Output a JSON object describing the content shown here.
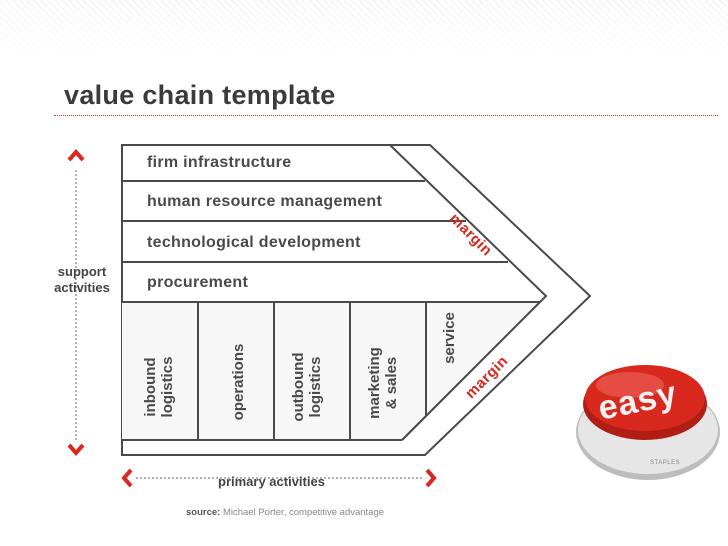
{
  "title": "value chain template",
  "support_activities": {
    "label_line1": "support",
    "label_line2": "activities",
    "items": [
      "firm infrastructure",
      "human resource management",
      "technological development",
      "procurement"
    ]
  },
  "primary_activities": {
    "label": "primary activities",
    "items": [
      {
        "line1": "inbound",
        "line2": "logistics"
      },
      {
        "line1": "operations",
        "line2": ""
      },
      {
        "line1": "outbound",
        "line2": "logistics"
      },
      {
        "line1": "marketing",
        "line2": "& sales"
      },
      {
        "line1": "service",
        "line2": ""
      }
    ]
  },
  "margin_label_top": "margin",
  "margin_label_bottom": "margin",
  "source": {
    "prefix": "source:",
    "text": "Michael Porter, competitive advantage"
  },
  "easy_button": {
    "label": "easy",
    "brand": "STAPLES"
  },
  "colors": {
    "accent": "#d9281d",
    "text": "#4a4a4a",
    "bar_bg": "#ffffff",
    "primary_bg": "#f7f7f7"
  }
}
